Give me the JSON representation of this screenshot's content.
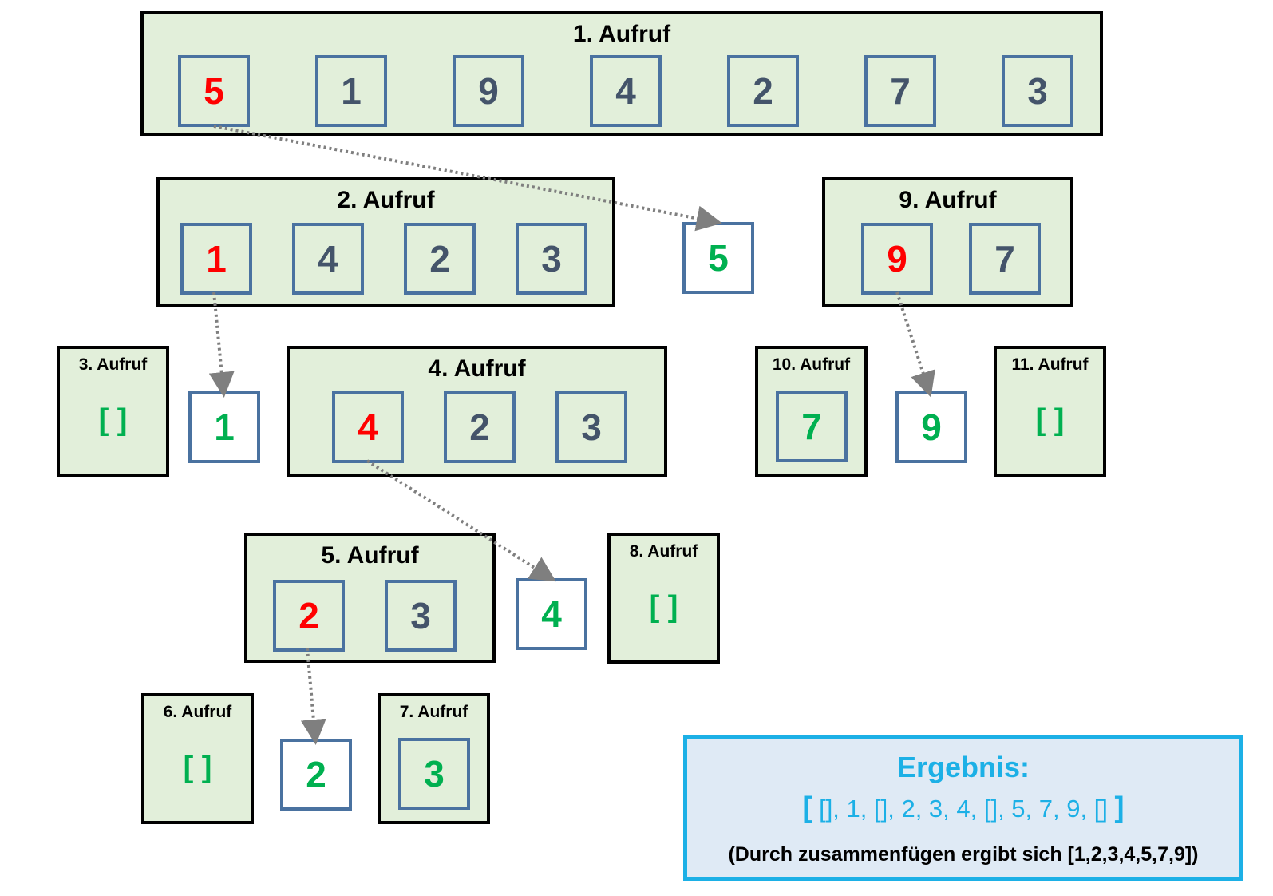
{
  "calls": {
    "c1": {
      "title": "1. Aufruf",
      "values": [
        "5",
        "1",
        "9",
        "4",
        "2",
        "7",
        "3"
      ]
    },
    "c2": {
      "title": "2. Aufruf",
      "values": [
        "1",
        "4",
        "2",
        "3"
      ]
    },
    "c3": {
      "title": "3. Aufruf",
      "empty": "[ ]"
    },
    "c4": {
      "title": "4. Aufruf",
      "values": [
        "4",
        "2",
        "3"
      ]
    },
    "c5": {
      "title": "5. Aufruf",
      "values": [
        "2",
        "3"
      ]
    },
    "c6": {
      "title": "6. Aufruf",
      "empty": "[ ]"
    },
    "c7": {
      "title": "7. Aufruf",
      "values": [
        "3"
      ]
    },
    "c8": {
      "title": "8. Aufruf",
      "empty": "[ ]"
    },
    "c9": {
      "title": "9. Aufruf",
      "values": [
        "9",
        "7"
      ]
    },
    "c10": {
      "title": "10. Aufruf",
      "values": [
        "7"
      ]
    },
    "c11": {
      "title": "11. Aufruf",
      "empty": "[ ]"
    }
  },
  "pivots": {
    "p5": "5",
    "p1": "1",
    "p4": "4",
    "p2": "2",
    "p9": "9"
  },
  "result": {
    "title": "Ergebnis:",
    "open": "[",
    "items": "[], 1, [], 2, 3, 4, [], 5, 7, 9, []",
    "close": "]",
    "note": "(Durch zusammenfügen ergibt sich [1,2,3,4,5,7,9])"
  },
  "colors": {
    "call_fill": "#e2efda",
    "call_border": "#000000",
    "cell_border": "#4a72a0",
    "pivot_text": "#ff0000",
    "final_text": "#00b050",
    "value_text": "#44546a",
    "arrow": "#7f7f7f",
    "result_accent": "#1cb0e6",
    "result_fill": "#dfeaf5"
  }
}
